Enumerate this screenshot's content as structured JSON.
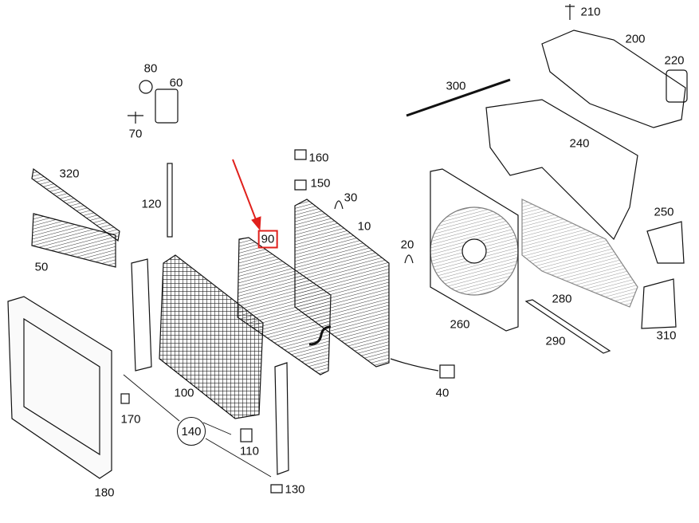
{
  "diagram": {
    "highlight_color": "#e0201c",
    "highlighted_part": "90",
    "parts": [
      {
        "id": "p210",
        "label": "210"
      },
      {
        "id": "p200",
        "label": "200"
      },
      {
        "id": "p220",
        "label": "220"
      },
      {
        "id": "p300",
        "label": "300"
      },
      {
        "id": "p240",
        "label": "240"
      },
      {
        "id": "p80",
        "label": "80"
      },
      {
        "id": "p60",
        "label": "60"
      },
      {
        "id": "p70",
        "label": "70"
      },
      {
        "id": "p320",
        "label": "320"
      },
      {
        "id": "p160",
        "label": "160"
      },
      {
        "id": "p150",
        "label": "150"
      },
      {
        "id": "p30",
        "label": "30"
      },
      {
        "id": "p120",
        "label": "120"
      },
      {
        "id": "p10",
        "label": "10"
      },
      {
        "id": "p250",
        "label": "250"
      },
      {
        "id": "p90",
        "label": "90"
      },
      {
        "id": "p20",
        "label": "20"
      },
      {
        "id": "p50",
        "label": "50"
      },
      {
        "id": "p280",
        "label": "280"
      },
      {
        "id": "p260",
        "label": "260"
      },
      {
        "id": "p290",
        "label": "290"
      },
      {
        "id": "p310",
        "label": "310"
      },
      {
        "id": "p40",
        "label": "40"
      },
      {
        "id": "p100",
        "label": "100"
      },
      {
        "id": "p170",
        "label": "170"
      },
      {
        "id": "p140",
        "label": "140"
      },
      {
        "id": "p110",
        "label": "110"
      },
      {
        "id": "p180",
        "label": "180"
      },
      {
        "id": "p130",
        "label": "130"
      }
    ]
  }
}
